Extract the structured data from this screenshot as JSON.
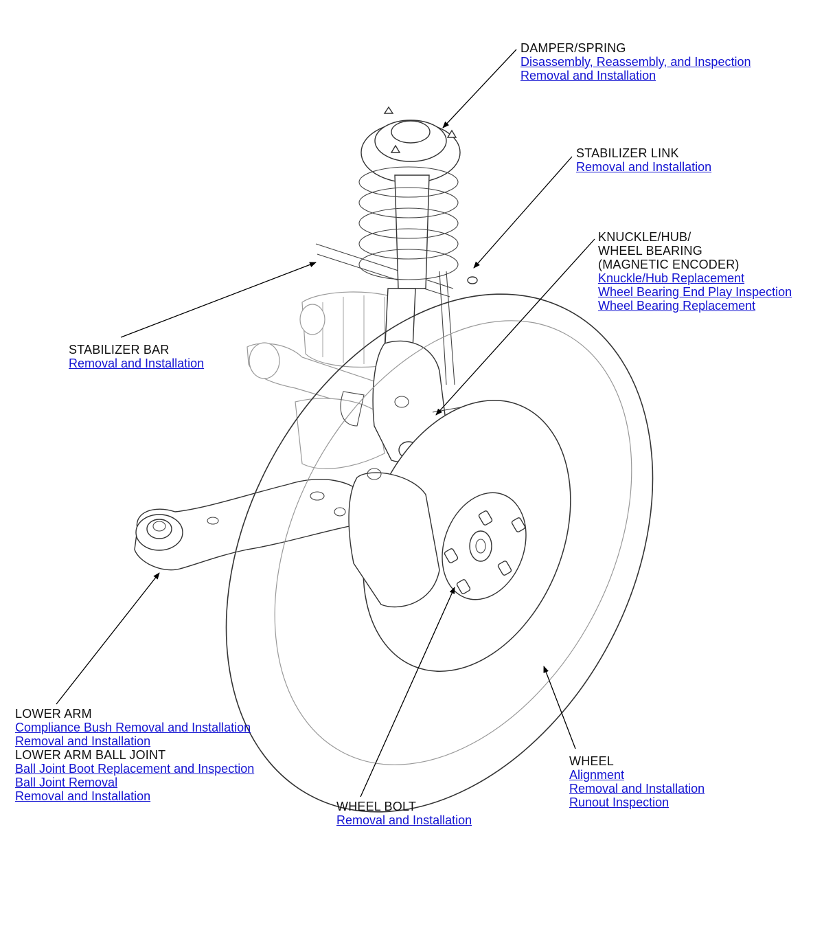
{
  "callouts": {
    "damper_spring": {
      "heading": "DAMPER/SPRING",
      "links": [
        "Disassembly, Reassembly, and Inspection",
        "Removal and Installation"
      ]
    },
    "stabilizer_link": {
      "heading": "STABILIZER LINK",
      "links": [
        "Removal and Installation"
      ]
    },
    "knuckle": {
      "heading_lines": [
        "KNUCKLE/HUB/",
        "WHEEL BEARING",
        "(MAGNETIC ENCODER)"
      ],
      "links": [
        "Knuckle/Hub Replacement",
        "Wheel Bearing End Play Inspection",
        "Wheel Bearing Replacement"
      ]
    },
    "stabilizer_bar": {
      "heading": "STABILIZER BAR",
      "links": [
        "Removal and Installation"
      ]
    },
    "lower_arm": {
      "heading": "LOWER ARM",
      "links": [
        "Compliance Bush Removal and Installation",
        "Removal and Installation"
      ],
      "sub_heading": "LOWER ARM BALL JOINT",
      "sub_links": [
        "Ball Joint Boot Replacement and Inspection",
        "Ball Joint Removal",
        "Removal and Installation"
      ]
    },
    "wheel_bolt": {
      "heading": "WHEEL BOLT",
      "links": [
        "Removal and Installation"
      ]
    },
    "wheel": {
      "heading": "WHEEL",
      "links": [
        "Alignment",
        "Removal and Installation",
        "Runout Inspection"
      ]
    }
  },
  "colors": {
    "link": "#1414d2",
    "text": "#111111",
    "line": "#000000"
  }
}
